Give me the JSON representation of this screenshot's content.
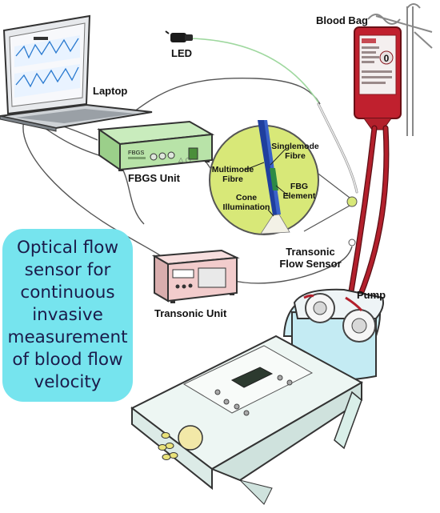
{
  "labels": {
    "laptop": "Laptop",
    "led": "LED",
    "blood_bag": "Blood Bag",
    "fbgs_unit": "FBGS Unit",
    "transonic_unit": "Transonic Unit",
    "transonic_flow_sensor_line1": "Transonic",
    "transonic_flow_sensor_line2": "Flow Sensor",
    "pump": "Pump"
  },
  "inset": {
    "singlemode_line1": "Singlemode",
    "singlemode_line2": "Fibre",
    "multimode_line1": "Multimode",
    "multimode_line2": "Fibre",
    "fbg_line1": "FBG",
    "fbg_line2": "Element",
    "cone_line1": "Cone",
    "cone_line2": "Illumination"
  },
  "device_text": {
    "fbgs_brand": "FBGS",
    "blood_bag_value": "0"
  },
  "caption": "Optical flow\nsensor for\ncontinuous\ninvasive\nmeasurement\nof blood flow\nvelocity",
  "colors": {
    "caption_bg": "#76e4ee",
    "caption_text": "#1b1b4a",
    "tube_red": "#b3202c",
    "fbgs_green": "#a9d99a",
    "fiber_blue": "#1f3f9e",
    "inset_bg": "#d8e878",
    "led_fiber": "#9fd89f"
  }
}
